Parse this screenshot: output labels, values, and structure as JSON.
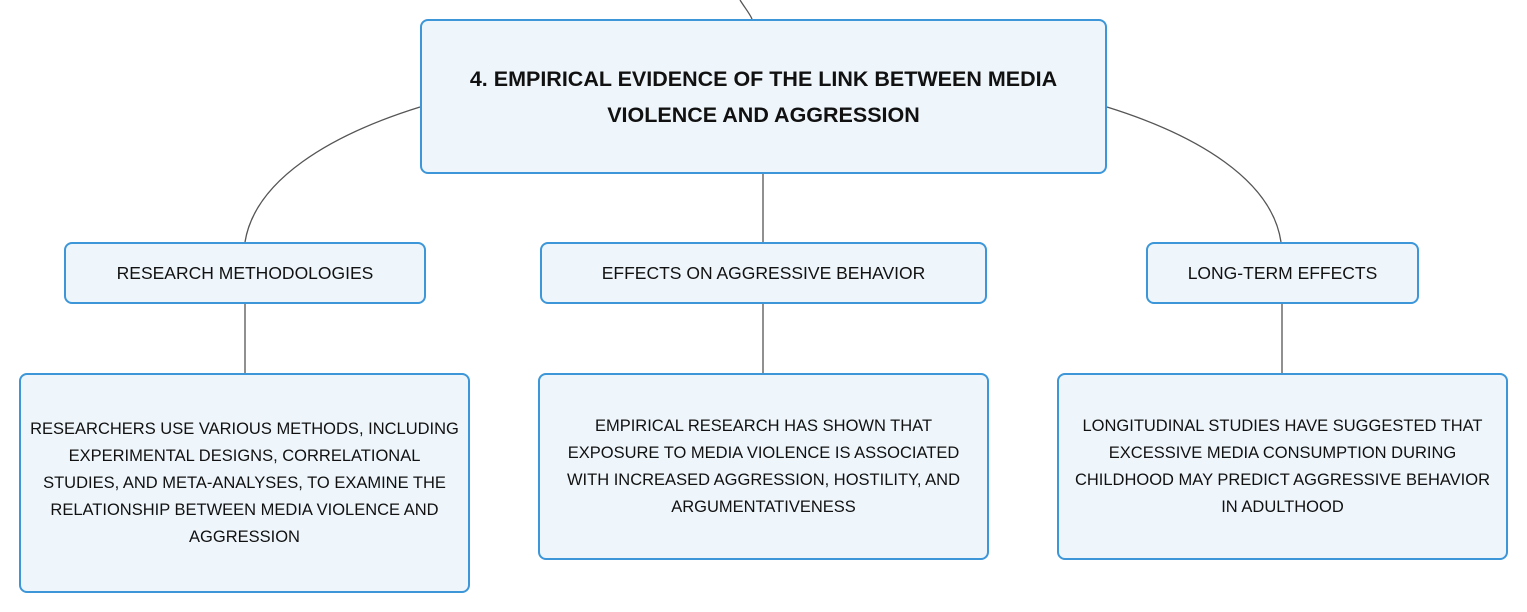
{
  "root": {
    "title": "4. EMPIRICAL EVIDENCE OF THE LINK BETWEEN MEDIA VIOLENCE AND AGGRESSION"
  },
  "branches": [
    {
      "label": "RESEARCH METHODOLOGIES",
      "detail": "RESEARCHERS USE VARIOUS METHODS, INCLUDING EXPERIMENTAL DESIGNS, CORRELATIONAL STUDIES, AND META-ANALYSES, TO EXAMINE THE RELATIONSHIP BETWEEN MEDIA VIOLENCE AND AGGRESSION"
    },
    {
      "label": "EFFECTS ON AGGRESSIVE BEHAVIOR",
      "detail": "EMPIRICAL RESEARCH HAS SHOWN THAT EXPOSURE TO MEDIA VIOLENCE IS ASSOCIATED WITH INCREASED AGGRESSION, HOSTILITY, AND ARGUMENTATIVENESS"
    },
    {
      "label": "LONG-TERM EFFECTS",
      "detail": "LONGITUDINAL STUDIES HAVE SUGGESTED THAT EXCESSIVE MEDIA CONSUMPTION DURING CHILDHOOD MAY PREDICT AGGRESSIVE BEHAVIOR IN ADULTHOOD"
    }
  ],
  "colors": {
    "node_border": "#3c96d8",
    "node_fill": "#eef6fc",
    "connector": "#555555",
    "text": "#111111"
  }
}
